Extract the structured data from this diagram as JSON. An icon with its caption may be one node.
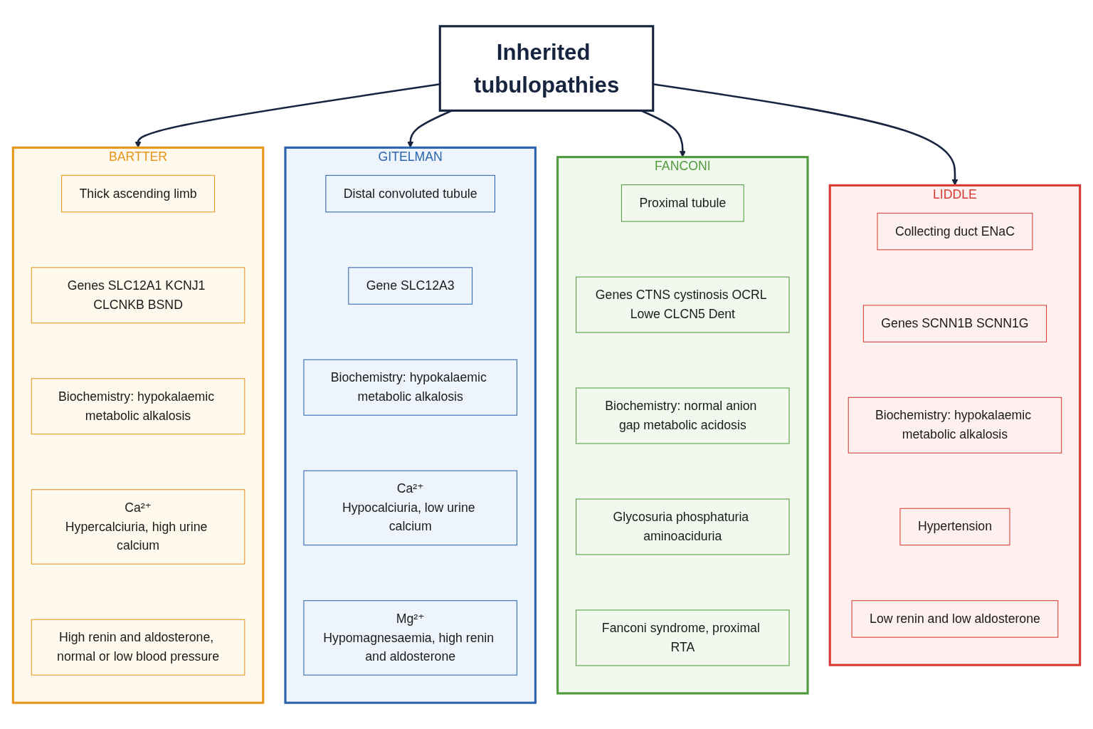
{
  "diagram": {
    "nodes": [
      {
        "text": [
          "Inherited tubulopathies"
        ]
      },
      {
        "text": [
          "BARTTER"
        ]
      },
      {
        "text": [
          "Thick ascending limb"
        ],
        "in": 1
      },
      {
        "text": [
          "Genes SLC12A1 KCNJ1 CLCNKB BSND"
        ],
        "in": 1
      },
      {
        "text": [
          "Biochemistry: hypokalaemic metabolic alkalosis"
        ],
        "in": 1
      },
      {
        "text": [
          "Ca²⁺",
          "Hypercalciuria, high urine calcium"
        ],
        "in": 1
      },
      {
        "text": [
          "High renin and aldosterone, normal or low blood pressure"
        ],
        "in": 1
      },
      {
        "text": [
          "GITELMAN"
        ]
      },
      {
        "text": [
          "Distal convoluted tubule"
        ],
        "in": 7
      },
      {
        "text": [
          "Gene SLC12A3"
        ],
        "in": 7
      },
      {
        "text": [
          "Biochemistry: hypokalaemic metabolic alkalosis"
        ],
        "in": 7
      },
      {
        "text": [
          "Ca²⁺",
          "Hypocalciuria, low urine calcium"
        ],
        "in": 7
      },
      {
        "text": [
          "Mg²⁺",
          "Hypomagnesaemia, high renin and aldosterone"
        ],
        "in": 7
      },
      {
        "text": [
          "FANCONI"
        ]
      },
      {
        "text": [
          "Proximal tubule"
        ],
        "in": 13
      },
      {
        "text": [
          "Genes CTNS cystinosis OCRL Lowe CLCN5 Dent"
        ],
        "in": 13
      },
      {
        "text": [
          "Biochemistry: normal anion gap metabolic acidosis"
        ],
        "in": 13
      },
      {
        "text": [
          "Glycosuria phosphaturia aminoaciduria"
        ],
        "in": 13
      },
      {
        "text": [
          "Fanconi syndrome, proximal RTA"
        ],
        "in": 13
      },
      {
        "text": [
          "LIDDLE"
        ]
      },
      {
        "text": [
          "Collecting duct ENaC"
        ],
        "in": 19
      },
      {
        "text": [
          "Genes SCNN1B SCNN1G"
        ],
        "in": 19
      },
      {
        "text": [
          "Biochemistry: hypokalaemic metabolic alkalosis"
        ],
        "in": 19
      },
      {
        "text": [
          "Hypertension"
        ],
        "in": 19
      },
      {
        "text": [
          "Low renin and low aldosterone"
        ],
        "in": 19
      }
    ],
    "edges": [
      {
        "from": 0,
        "to": 1,
        "arrow": "to"
      },
      {
        "from": 0,
        "to": 7,
        "arrow": "to"
      },
      {
        "from": 0,
        "to": 13,
        "arrow": "to"
      },
      {
        "from": 0,
        "to": 19,
        "arrow": "to"
      }
    ]
  }
}
